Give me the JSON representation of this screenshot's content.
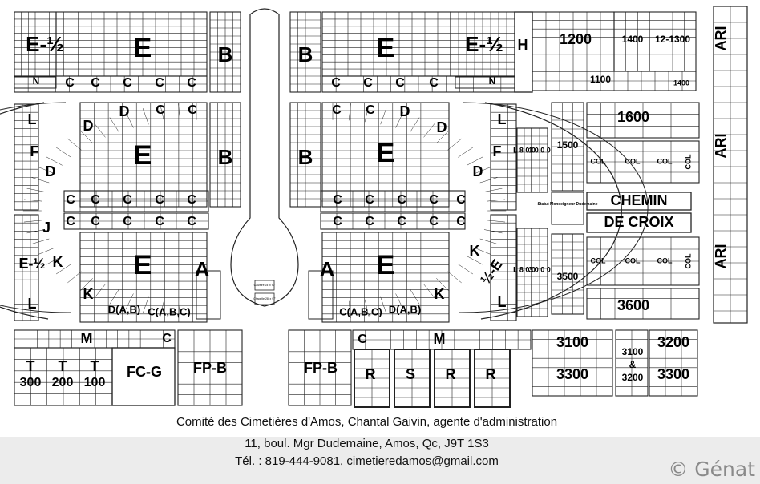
{
  "sections": [
    {
      "id": "e-half-tl",
      "label": "E-½",
      "size": "big"
    },
    {
      "id": "e-tl",
      "label": "E",
      "size": "huge"
    },
    {
      "id": "b-tl",
      "label": "B",
      "size": "big"
    },
    {
      "id": "b-tr",
      "label": "B",
      "size": "big"
    },
    {
      "id": "e-tr",
      "label": "E",
      "size": "huge"
    },
    {
      "id": "e-half-tr",
      "label": "E-½",
      "size": "big"
    },
    {
      "id": "h-tr",
      "label": "H",
      "size": "mid"
    },
    {
      "id": "n-tl",
      "label": "N",
      "size": "small"
    },
    {
      "id": "n-tr",
      "label": "N",
      "size": "small"
    },
    {
      "id": "s1200",
      "label": "1200",
      "size": "mid"
    },
    {
      "id": "s1400a",
      "label": "1400",
      "size": "small"
    },
    {
      "id": "s12-1300",
      "label": "12-1300",
      "size": "small"
    },
    {
      "id": "s1100",
      "label": "1100",
      "size": "small"
    },
    {
      "id": "s1400b",
      "label": "1400",
      "size": "tiny"
    },
    {
      "id": "ari1",
      "label": "ARI",
      "size": "mid"
    },
    {
      "id": "ari2",
      "label": "ARI",
      "size": "mid"
    },
    {
      "id": "ari3",
      "label": "ARI",
      "size": "mid"
    },
    {
      "id": "l-ul",
      "label": "L",
      "size": "mid"
    },
    {
      "id": "f-ul",
      "label": "F",
      "size": "mid"
    },
    {
      "id": "d-ul1",
      "label": "D",
      "size": "mid"
    },
    {
      "id": "d-ul2",
      "label": "D",
      "size": "mid"
    },
    {
      "id": "d-ul3",
      "label": "D",
      "size": "mid"
    },
    {
      "id": "e-ml",
      "label": "E",
      "size": "huge"
    },
    {
      "id": "b-ml",
      "label": "B",
      "size": "big"
    },
    {
      "id": "b-mr",
      "label": "B",
      "size": "big"
    },
    {
      "id": "e-mr",
      "label": "E",
      "size": "huge"
    },
    {
      "id": "d-ur1",
      "label": "D",
      "size": "mid"
    },
    {
      "id": "d-ur2",
      "label": "D",
      "size": "mid"
    },
    {
      "id": "d-ur3",
      "label": "D",
      "size": "mid"
    },
    {
      "id": "f-ur",
      "label": "F",
      "size": "mid"
    },
    {
      "id": "l-ur",
      "label": "L",
      "size": "mid"
    },
    {
      "id": "s1600",
      "label": "1600",
      "size": "mid"
    },
    {
      "id": "s1500",
      "label": "1500",
      "size": "small"
    },
    {
      "id": "col1",
      "label": "COL",
      "size": "tiny"
    },
    {
      "id": "col2",
      "label": "COL",
      "size": "tiny"
    },
    {
      "id": "col3",
      "label": "COL",
      "size": "tiny"
    },
    {
      "id": "col4",
      "label": "COL",
      "size": "tiny"
    },
    {
      "id": "col5",
      "label": "COL",
      "size": "tiny"
    },
    {
      "id": "col6",
      "label": "COL",
      "size": "tiny"
    },
    {
      "id": "col7",
      "label": "COL",
      "size": "tiny"
    },
    {
      "id": "col8",
      "label": "COL",
      "size": "tiny"
    },
    {
      "id": "chemin",
      "label": "CHEMIN",
      "size": "mid"
    },
    {
      "id": "decroix",
      "label": "DE CROIX",
      "size": "mid"
    },
    {
      "id": "s3500",
      "label": "3500",
      "size": "small"
    },
    {
      "id": "s3600",
      "label": "3600",
      "size": "mid"
    },
    {
      "id": "j-ll",
      "label": "J",
      "size": "mid"
    },
    {
      "id": "k-ll1",
      "label": "K",
      "size": "mid"
    },
    {
      "id": "k-ll2",
      "label": "K",
      "size": "mid"
    },
    {
      "id": "e-half-ll",
      "label": "E-½",
      "size": "mid"
    },
    {
      "id": "l-ll",
      "label": "L",
      "size": "mid"
    },
    {
      "id": "e-bl",
      "label": "E",
      "size": "huge"
    },
    {
      "id": "a-l",
      "label": "A",
      "size": "big"
    },
    {
      "id": "a-r",
      "label": "A",
      "size": "big"
    },
    {
      "id": "e-br",
      "label": "E",
      "size": "huge"
    },
    {
      "id": "k-lr1",
      "label": "K",
      "size": "mid"
    },
    {
      "id": "k-lr2",
      "label": "K",
      "size": "mid"
    },
    {
      "id": "e-half-lr",
      "label": "½-E",
      "size": "mid"
    },
    {
      "id": "l-lr",
      "label": "L",
      "size": "mid"
    },
    {
      "id": "m-l",
      "label": "M",
      "size": "mid"
    },
    {
      "id": "m-r",
      "label": "M",
      "size": "mid"
    },
    {
      "id": "t300",
      "label": "T 300",
      "size": "mid"
    },
    {
      "id": "t200",
      "label": "T 200",
      "size": "mid"
    },
    {
      "id": "t100",
      "label": "T 100",
      "size": "mid"
    },
    {
      "id": "fcg",
      "label": "FC-G",
      "size": "mid"
    },
    {
      "id": "fpb-l",
      "label": "FP-B",
      "size": "mid"
    },
    {
      "id": "fpb-r",
      "label": "FP-B",
      "size": "mid"
    },
    {
      "id": "r1",
      "label": "R",
      "size": "mid"
    },
    {
      "id": "s-sec",
      "label": "S",
      "size": "mid"
    },
    {
      "id": "r2",
      "label": "R",
      "size": "mid"
    },
    {
      "id": "r3",
      "label": "R",
      "size": "mid"
    },
    {
      "id": "s3100",
      "label": "3100",
      "size": "mid"
    },
    {
      "id": "s3100-3200",
      "label": "3100 & 3200",
      "size": "small"
    },
    {
      "id": "s3200",
      "label": "3200",
      "size": "mid"
    },
    {
      "id": "s3300a",
      "label": "3300",
      "size": "mid"
    },
    {
      "id": "s3300b",
      "label": "3300",
      "size": "mid"
    }
  ],
  "c_label": "C",
  "d_ab": "D(A,B)",
  "c_abc": "C(A,B,C)",
  "statue": "Statut Monseigneur Dudemaine",
  "rangees": [
    "L 8 0 0",
    "1 0 0 0",
    "L 8 0 0",
    "3 0 0 0"
  ],
  "chapel": {
    "top": "Calvaire 24' x 97'",
    "bottom": "Chapelle 28' x 97'"
  },
  "footer": {
    "line1": "Comité des Cimetières d'Amos,  Chantal Gaivin, agente d'administration",
    "line2": "11, boul. Mgr Dudemaine, Amos, Qc, J9T 1S3",
    "line3": "Tél. : 819-444-9081,    cimetieredamos@gmail.com",
    "credit": "© Génat"
  }
}
